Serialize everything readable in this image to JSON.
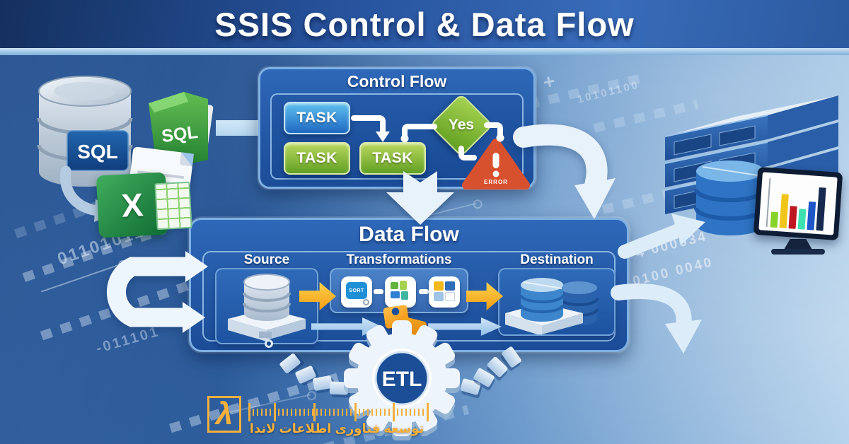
{
  "banner": {
    "title": "SSIS Control & Data Flow"
  },
  "sources": {
    "sql_database_label": "SQL",
    "sql_file_label": "SQL",
    "excel_label": "X"
  },
  "control_flow": {
    "title": "Control Flow",
    "task1": "TASK",
    "task2": "TASK",
    "task3": "TASK",
    "decision_label": "Yes",
    "error_label": "ERROR"
  },
  "data_flow": {
    "title": "Data Flow",
    "source_label": "Source",
    "transformations_label": "Transformations",
    "destination_label": "Destination",
    "sort_icon_label": "SORT"
  },
  "etl_label": "ETL",
  "logo": {
    "lambda_symbol": "λ",
    "company_name": "توسعه فناوری اطلاعات لاندا"
  },
  "background": {
    "binary_1": "0110101101",
    "binary_2": "-011101",
    "binary_3": "10101100",
    "binary_4": "4 000034",
    "binary_5": "0100 0040"
  },
  "monitor_chart": {
    "type": "bar",
    "bar_colors": [
      "#86d32a",
      "#f2c51a",
      "#bf1722",
      "#3fe0b0",
      "#1e56c8",
      "#16294f"
    ],
    "bar_heights": [
      0.35,
      0.75,
      0.5,
      0.45,
      0.62,
      0.95
    ]
  },
  "colors": {
    "accent_orange": "#f5a623",
    "task_blue": "#2e86d4",
    "task_green": "#76b02d",
    "error_red": "#d9512f",
    "panel_blue": "#1d55a5",
    "banner_blue": "#1c3d75"
  }
}
